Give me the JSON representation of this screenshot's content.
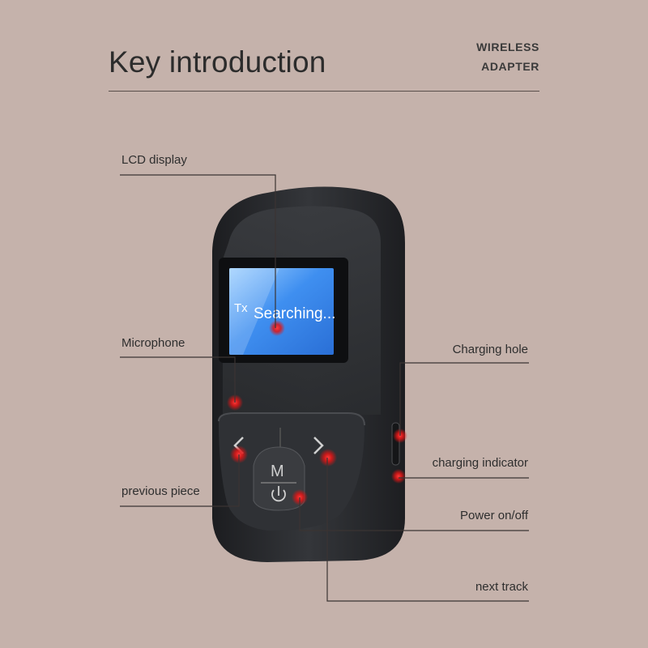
{
  "header": {
    "title": "Key introduction",
    "brand_line1": "WIRELESS",
    "brand_line2": "ADAPTER"
  },
  "device": {
    "screen_line1": "Tx",
    "screen_line2": "Searching...",
    "mode_key": "M",
    "power_icon": "power-icon",
    "prev_icon": "chevron-left-icon",
    "next_icon": "chevron-right-icon"
  },
  "labels": {
    "lcd_display": "LCD display",
    "microphone": "Microphone",
    "previous_piece": "previous piece",
    "charging_hole": "Charging hole",
    "charging_indicator": "charging indicator",
    "power_onoff": "Power on/off",
    "next_track": "next track"
  },
  "colors": {
    "background": "#c5b2ab",
    "device_body": "#2b2d30",
    "screen": "#3d8ee8",
    "marker": "#e02020"
  }
}
